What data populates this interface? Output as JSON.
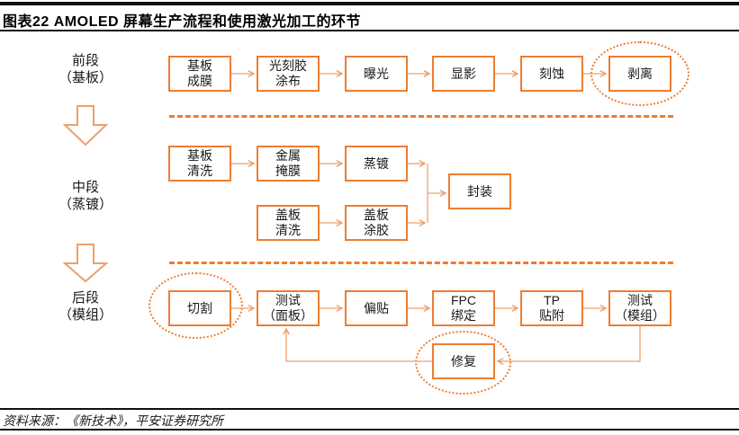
{
  "colors": {
    "accent": "#ED7D31",
    "connector": "#EDA06B",
    "ink": "#111111",
    "text": "#1a1a1a"
  },
  "header": {
    "title": "图表22   AMOLED 屏幕生产流程和使用激光加工的环节"
  },
  "stages": [
    {
      "label": "前段\n（基板）"
    },
    {
      "label": "中段\n（蒸镀）"
    },
    {
      "label": "后段\n（模组）"
    }
  ],
  "rows": {
    "front": [
      "基板\n成膜",
      "光刻胶\n涂布",
      "曝光",
      "显影",
      "刻蚀",
      "剥离"
    ],
    "mid_top": [
      "基板\n清洗",
      "金属\n掩膜",
      "蒸镀"
    ],
    "mid_bottom": [
      "盖板\n清洗",
      "盖板\n涂胶"
    ],
    "mid_merge": "封装",
    "back": [
      "切割",
      "测试\n（面板）",
      "偏贴",
      "FPC\n绑定",
      "TP\n贴附",
      "测试\n（模组）"
    ],
    "repair": "修复"
  },
  "footer": {
    "source": "资料来源：《新技术》，平安证券研究所"
  }
}
